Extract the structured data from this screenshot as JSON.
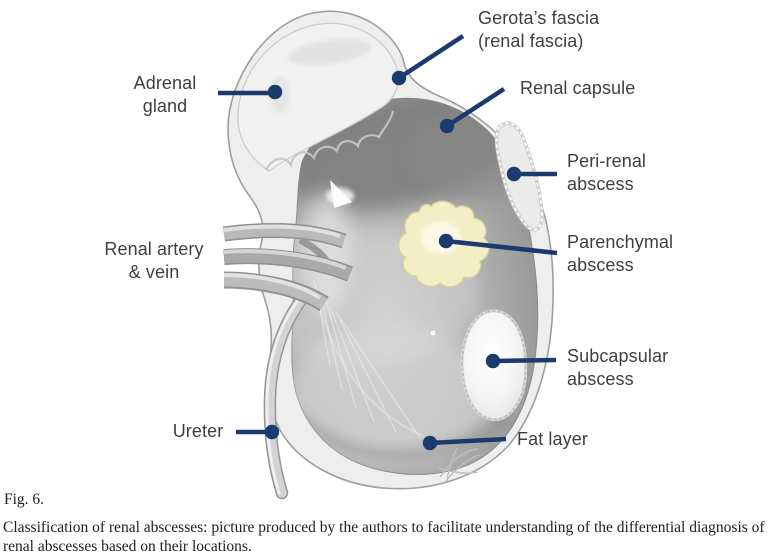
{
  "figure": {
    "labels": {
      "adrenal_gland": "Adrenal\ngland",
      "renal_artery_vein": "Renal artery\n& vein",
      "ureter": "Ureter",
      "gerotas_fascia": "Gerota’s fascia\n(renal fascia)",
      "renal_capsule": "Renal capsule",
      "peri_renal_abscess": "Peri-renal\nabscess",
      "parenchymal_abscess": "Parenchymal\nabscess",
      "subcapsular_abscess": "Subcapsular\nabscess",
      "fat_layer": "Fat layer"
    },
    "colors": {
      "leader": "#1b3a6d",
      "label_text": "#3f3f3f",
      "parenchymal_fill": "#f2eec6"
    }
  },
  "caption": {
    "fig_label": "Fig. 6.",
    "text": "Classification of renal abscesses: picture produced by the authors to facilitate understanding of the differential diagnosis of renal abscesses based on their locations."
  }
}
